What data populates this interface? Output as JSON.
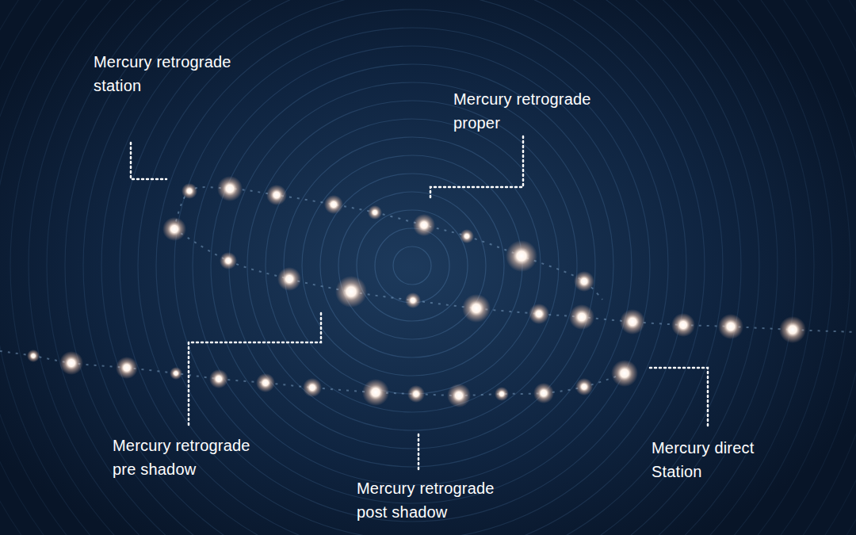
{
  "diagram": {
    "labels": [
      "Mercury retrograde station",
      "Mercury retrograde proper",
      "Mercury retrograde pre shadow",
      "Mercury retrograde post shadow",
      "Mercury direct Station"
    ]
  }
}
